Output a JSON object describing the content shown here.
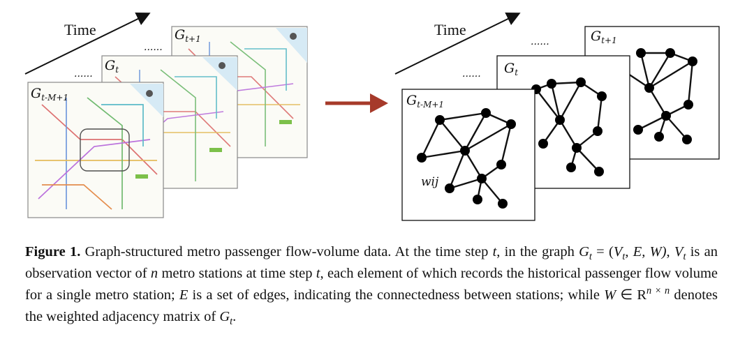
{
  "figure": {
    "left_panel": {
      "time_label": "Time",
      "ellipsis": "......",
      "maps": [
        {
          "label": "G",
          "sub": "t-M+1"
        },
        {
          "label": "G",
          "sub": "t"
        },
        {
          "label": "G",
          "sub": "t+1"
        }
      ]
    },
    "right_panel": {
      "time_label": "Time",
      "ellipsis": "......",
      "graphs": [
        {
          "label": "G",
          "sub": "t-M+1"
        },
        {
          "label": "G",
          "sub": "t"
        },
        {
          "label": "G",
          "sub": "t+1"
        }
      ],
      "edge_label": "wij"
    },
    "arrow_color": "#a63a2a",
    "node_color": "#000000"
  },
  "caption": {
    "figure_label": "Figure 1.",
    "text_1": " Graph-structured metro passenger flow-volume data. At the time step ",
    "t1": "t",
    "text_2": ", in the graph ",
    "Gt": "G",
    "Gt_sub": "t",
    "eq": " = ",
    "tuple_open": "(",
    "V": "V",
    "V_sub": "t",
    "tuple_rest": ", E, W)",
    "comma": ", ",
    "V2": "V",
    "V2_sub": "t",
    "text_3": " is an observation vector of ",
    "n": "n",
    "text_4": " metro stations at time step ",
    "t2": "t",
    "text_5": ", each element of which records the historical passenger flow volume for a single metro station; ",
    "E": "E",
    "text_6": " is a set of edges, indicating the connectedness between stations; while ",
    "W": "W",
    "in_R": " ∈ R",
    "sup": "n × n",
    "text_7": " denotes the weighted adjacency matrix of ",
    "G2": "G",
    "G2_sub": "t",
    "end": "."
  }
}
